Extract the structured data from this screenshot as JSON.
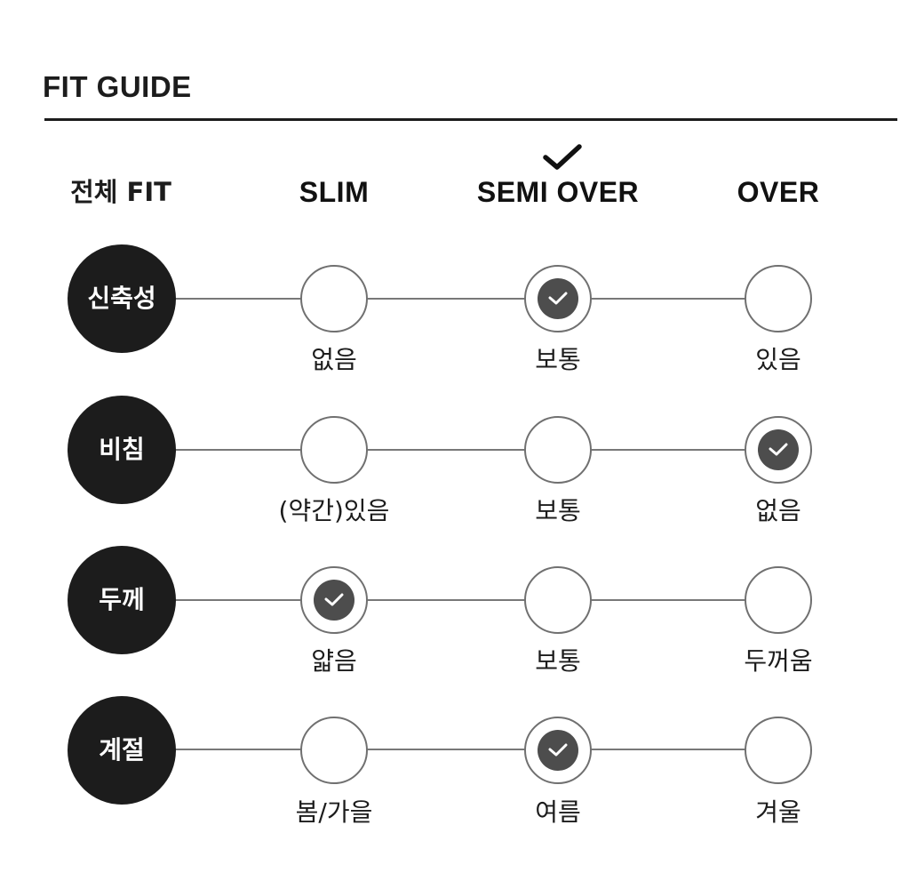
{
  "title": "FIT GUIDE",
  "header": {
    "all_label": "전체 FIT",
    "columns": [
      "SLIM",
      "SEMI OVER",
      "OVER"
    ],
    "selected_column": 1
  },
  "colors": {
    "dark": "#1c1c1c",
    "line": "#787878",
    "selected_dot": "#4d4d4d"
  },
  "icons": {
    "header_check": "check-icon",
    "selected_option": "check-icon"
  },
  "rows": [
    {
      "category": "신축성",
      "options": [
        "없음",
        "보통",
        "있음"
      ],
      "selected": 1
    },
    {
      "category": "비침",
      "options": [
        "(약간)있음",
        "보통",
        "없음"
      ],
      "selected": 2
    },
    {
      "category": "두께",
      "options": [
        "얇음",
        "보통",
        "두꺼움"
      ],
      "selected": 0
    },
    {
      "category": "계절",
      "options": [
        "봄/가을",
        "여름",
        "겨울"
      ],
      "selected": 1
    }
  ]
}
